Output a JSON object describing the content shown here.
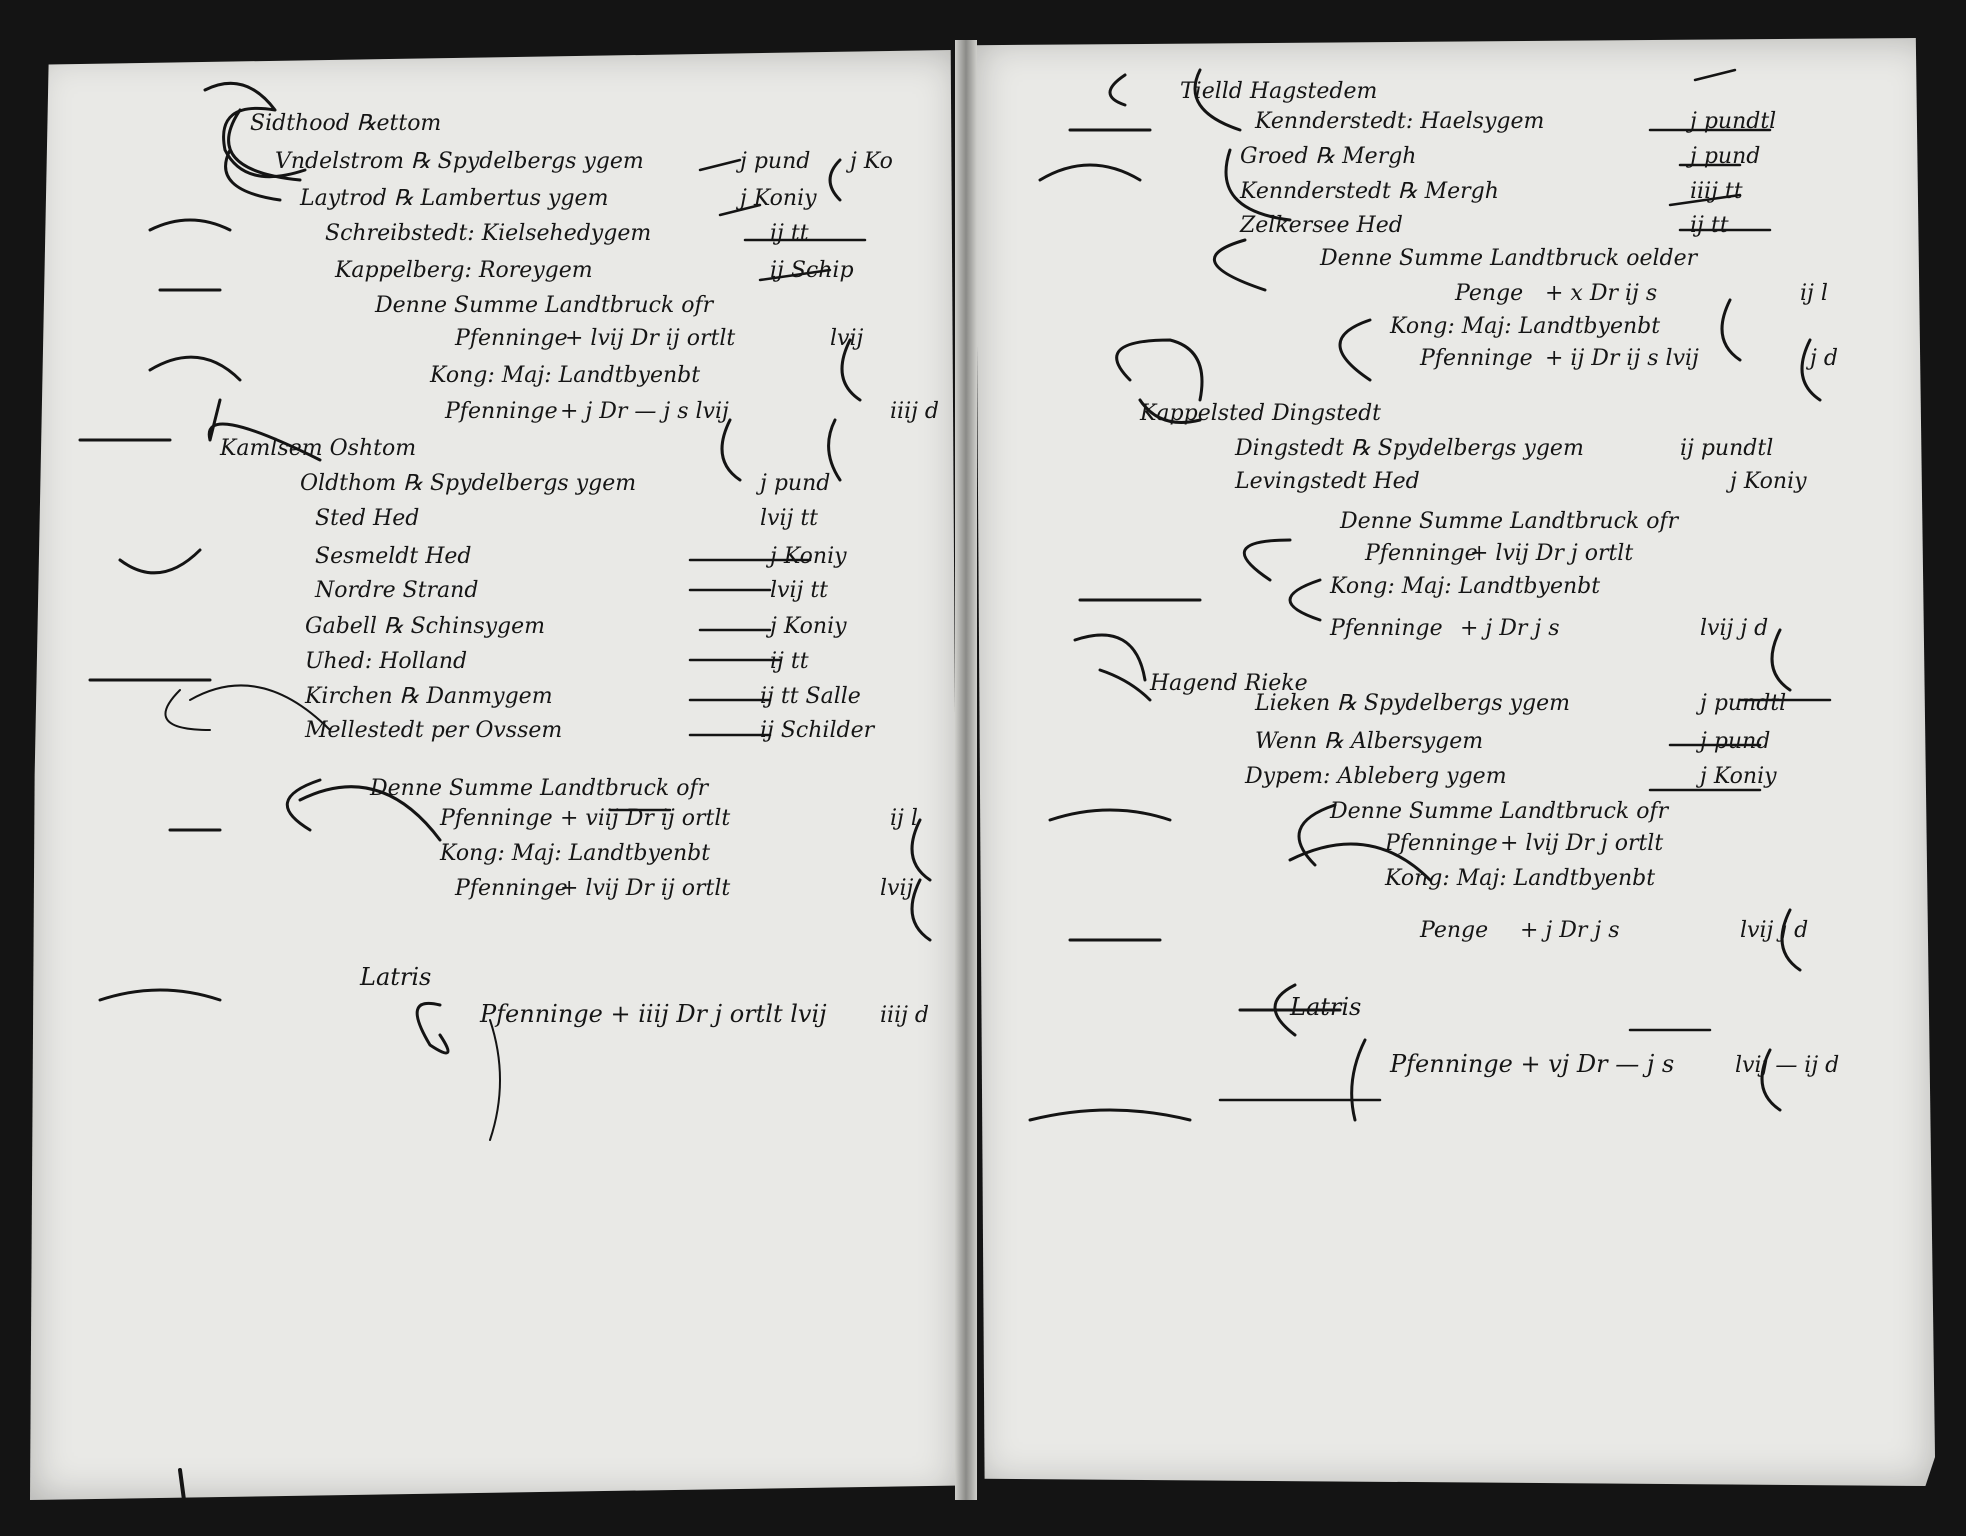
{
  "document": {
    "description_hidden": "",
    "colors": {
      "paper": "#e9e9e6",
      "ink": "#141414",
      "bleed_through": "#c4c4c0",
      "background": "#141414"
    },
    "left_page": {
      "entries": [
        {
          "label": "Sidthood ℞ettom"
        },
        {
          "label": "Vndelstrom ℞ Spydelbergs ygem",
          "amount": "j pund",
          "extra": "j Ko"
        },
        {
          "label": "Laytrod ℞ Lambertus ygem",
          "amount": "j Koniy"
        },
        {
          "label": "Schreibstedt: Kielsehedygem",
          "amount": "ij tt"
        },
        {
          "label": "Kappelberg: Roreygem",
          "amount": "ij Schip"
        },
        {
          "label": "Denne Summe Landtbruck ofr"
        },
        {
          "label": "Pfenninge",
          "amount": "+ lvij Dr ij ortlt",
          "extra": "lvij"
        },
        {
          "label": "Kong: Maj: Landtbyenbt"
        },
        {
          "label": "Pfenninge",
          "amount": "+ j Dr — j s lvij",
          "extra": "iiij d"
        },
        {
          "label": "Kamlsem Oshtom"
        },
        {
          "label": "Oldthom ℞ Spydelbergs ygem",
          "amount": "j pund"
        },
        {
          "label": "Sted Hed",
          "amount": "lvij tt"
        },
        {
          "label": "Sesmeldt Hed",
          "amount": "j Koniy"
        },
        {
          "label": "Nordre Strand",
          "amount": "lvij tt"
        },
        {
          "label": "Gabell ℞ Schinsygem",
          "amount": "j Koniy"
        },
        {
          "label": "Uhed: Holland",
          "amount": "ij tt"
        },
        {
          "label": "Kirchen ℞ Danmygem",
          "amount": "ij tt Salle"
        },
        {
          "label": "Mellestedt per Ovssem",
          "amount": "ij Schilder"
        },
        {
          "label": "Denne Summe Landtbruck ofr"
        },
        {
          "label": "Pfenninge",
          "amount": "+ viij Dr ij ortlt",
          "extra": "ij l"
        },
        {
          "label": "Kong: Maj: Landtbyenbt"
        },
        {
          "label": "Pfenninge",
          "amount": "+ lvij Dr ij ortlt",
          "extra": "lvij"
        }
      ],
      "summa_label": "Latris",
      "summa_line": "Pfenninge + iiij Dr j ortlt lvij",
      "summa_extra": "iiij d"
    },
    "right_page": {
      "entries": [
        {
          "label": "Tielld Hagstedem"
        },
        {
          "label": "Kennderstedt: Haelsygem",
          "amount": "j pundtl"
        },
        {
          "label": "Groed ℞ Mergh",
          "amount": "j pund"
        },
        {
          "label": "Kennderstedt ℞ Mergh",
          "amount": "iiij tt"
        },
        {
          "label": "Zelkersee Hed",
          "amount": "ij tt"
        },
        {
          "label": "Denne Summe Landtbruck oelder"
        },
        {
          "label": "Penge",
          "amount": "+ x Dr ij s",
          "extra": "ij l"
        },
        {
          "label": "Kong: Maj: Landtbyenbt"
        },
        {
          "label": "Pfenninge",
          "amount": "+ ij Dr ij s lvij",
          "extra": "j d"
        },
        {
          "label": "Kappelsted Dingstedt"
        },
        {
          "label": "Dingstedt ℞ Spydelbergs ygem",
          "amount": "ij pundtl"
        },
        {
          "label": "Levingstedt Hed",
          "amount": "j Koniy"
        },
        {
          "label": "Denne Summe Landtbruck ofr"
        },
        {
          "label": "Pfenninge",
          "amount": "+ lvij Dr j ortlt"
        },
        {
          "label": "Kong: Maj: Landtbyenbt"
        },
        {
          "label": "Pfenninge",
          "amount": "+ j Dr j s",
          "extra": "lvij j d"
        },
        {
          "label": "Hagend Rieke"
        },
        {
          "label": "Lieken ℞ Spydelbergs ygem",
          "amount": "j pundtl"
        },
        {
          "label": "Wenn ℞ Albersygem",
          "amount": "j pund"
        },
        {
          "label": "Dypem: Ableberg ygem",
          "amount": "j Koniy"
        },
        {
          "label": "Denne Summe Landtbruck ofr"
        },
        {
          "label": "Pfenninge",
          "amount": "+ lvij Dr j ortlt"
        },
        {
          "label": "Kong: Maj: Landtbyenbt"
        },
        {
          "label": "Penge",
          "amount": "+ j Dr j s",
          "extra": "lvij j d"
        }
      ],
      "summa_label": "Latris",
      "summa_line": "Pfenninge + vj Dr — j s",
      "summa_extra": "lvij — ij d"
    }
  }
}
